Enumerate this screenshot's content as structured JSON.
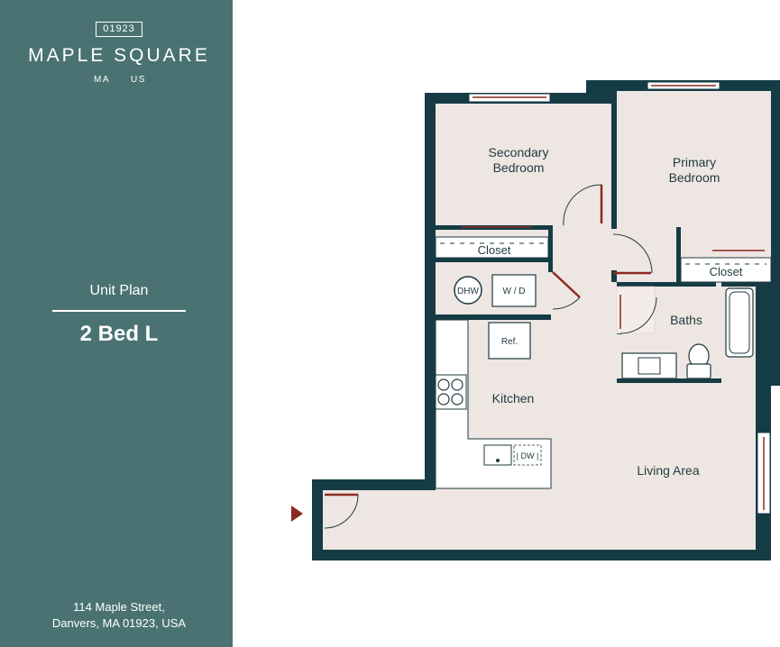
{
  "brand": {
    "zip_badge": "01923",
    "name": "MAPLE SQUARE",
    "state": "MA",
    "country": "US"
  },
  "unit": {
    "label": "Unit Plan",
    "name": "2 Bed L"
  },
  "address": {
    "line1": "114 Maple Street,",
    "line2": "Danvers, MA 01923, USA"
  },
  "rooms": {
    "secondary_bedroom": [
      "Secondary",
      "Bedroom"
    ],
    "primary_bedroom": [
      "Primary",
      "Bedroom"
    ],
    "closet_left": "Closet",
    "closet_right": "Closet",
    "baths": "Baths",
    "kitchen": "Kitchen",
    "living_area": "Living Area"
  },
  "fixtures": {
    "dhw": "DHW",
    "wd": "W / D",
    "ref": "Ref.",
    "dw": "| DW |"
  },
  "colors": {
    "sidebar": "#4a7272",
    "wall": "#153c45",
    "floor": "#eee6e2",
    "door_accent": "#8b2a20"
  }
}
